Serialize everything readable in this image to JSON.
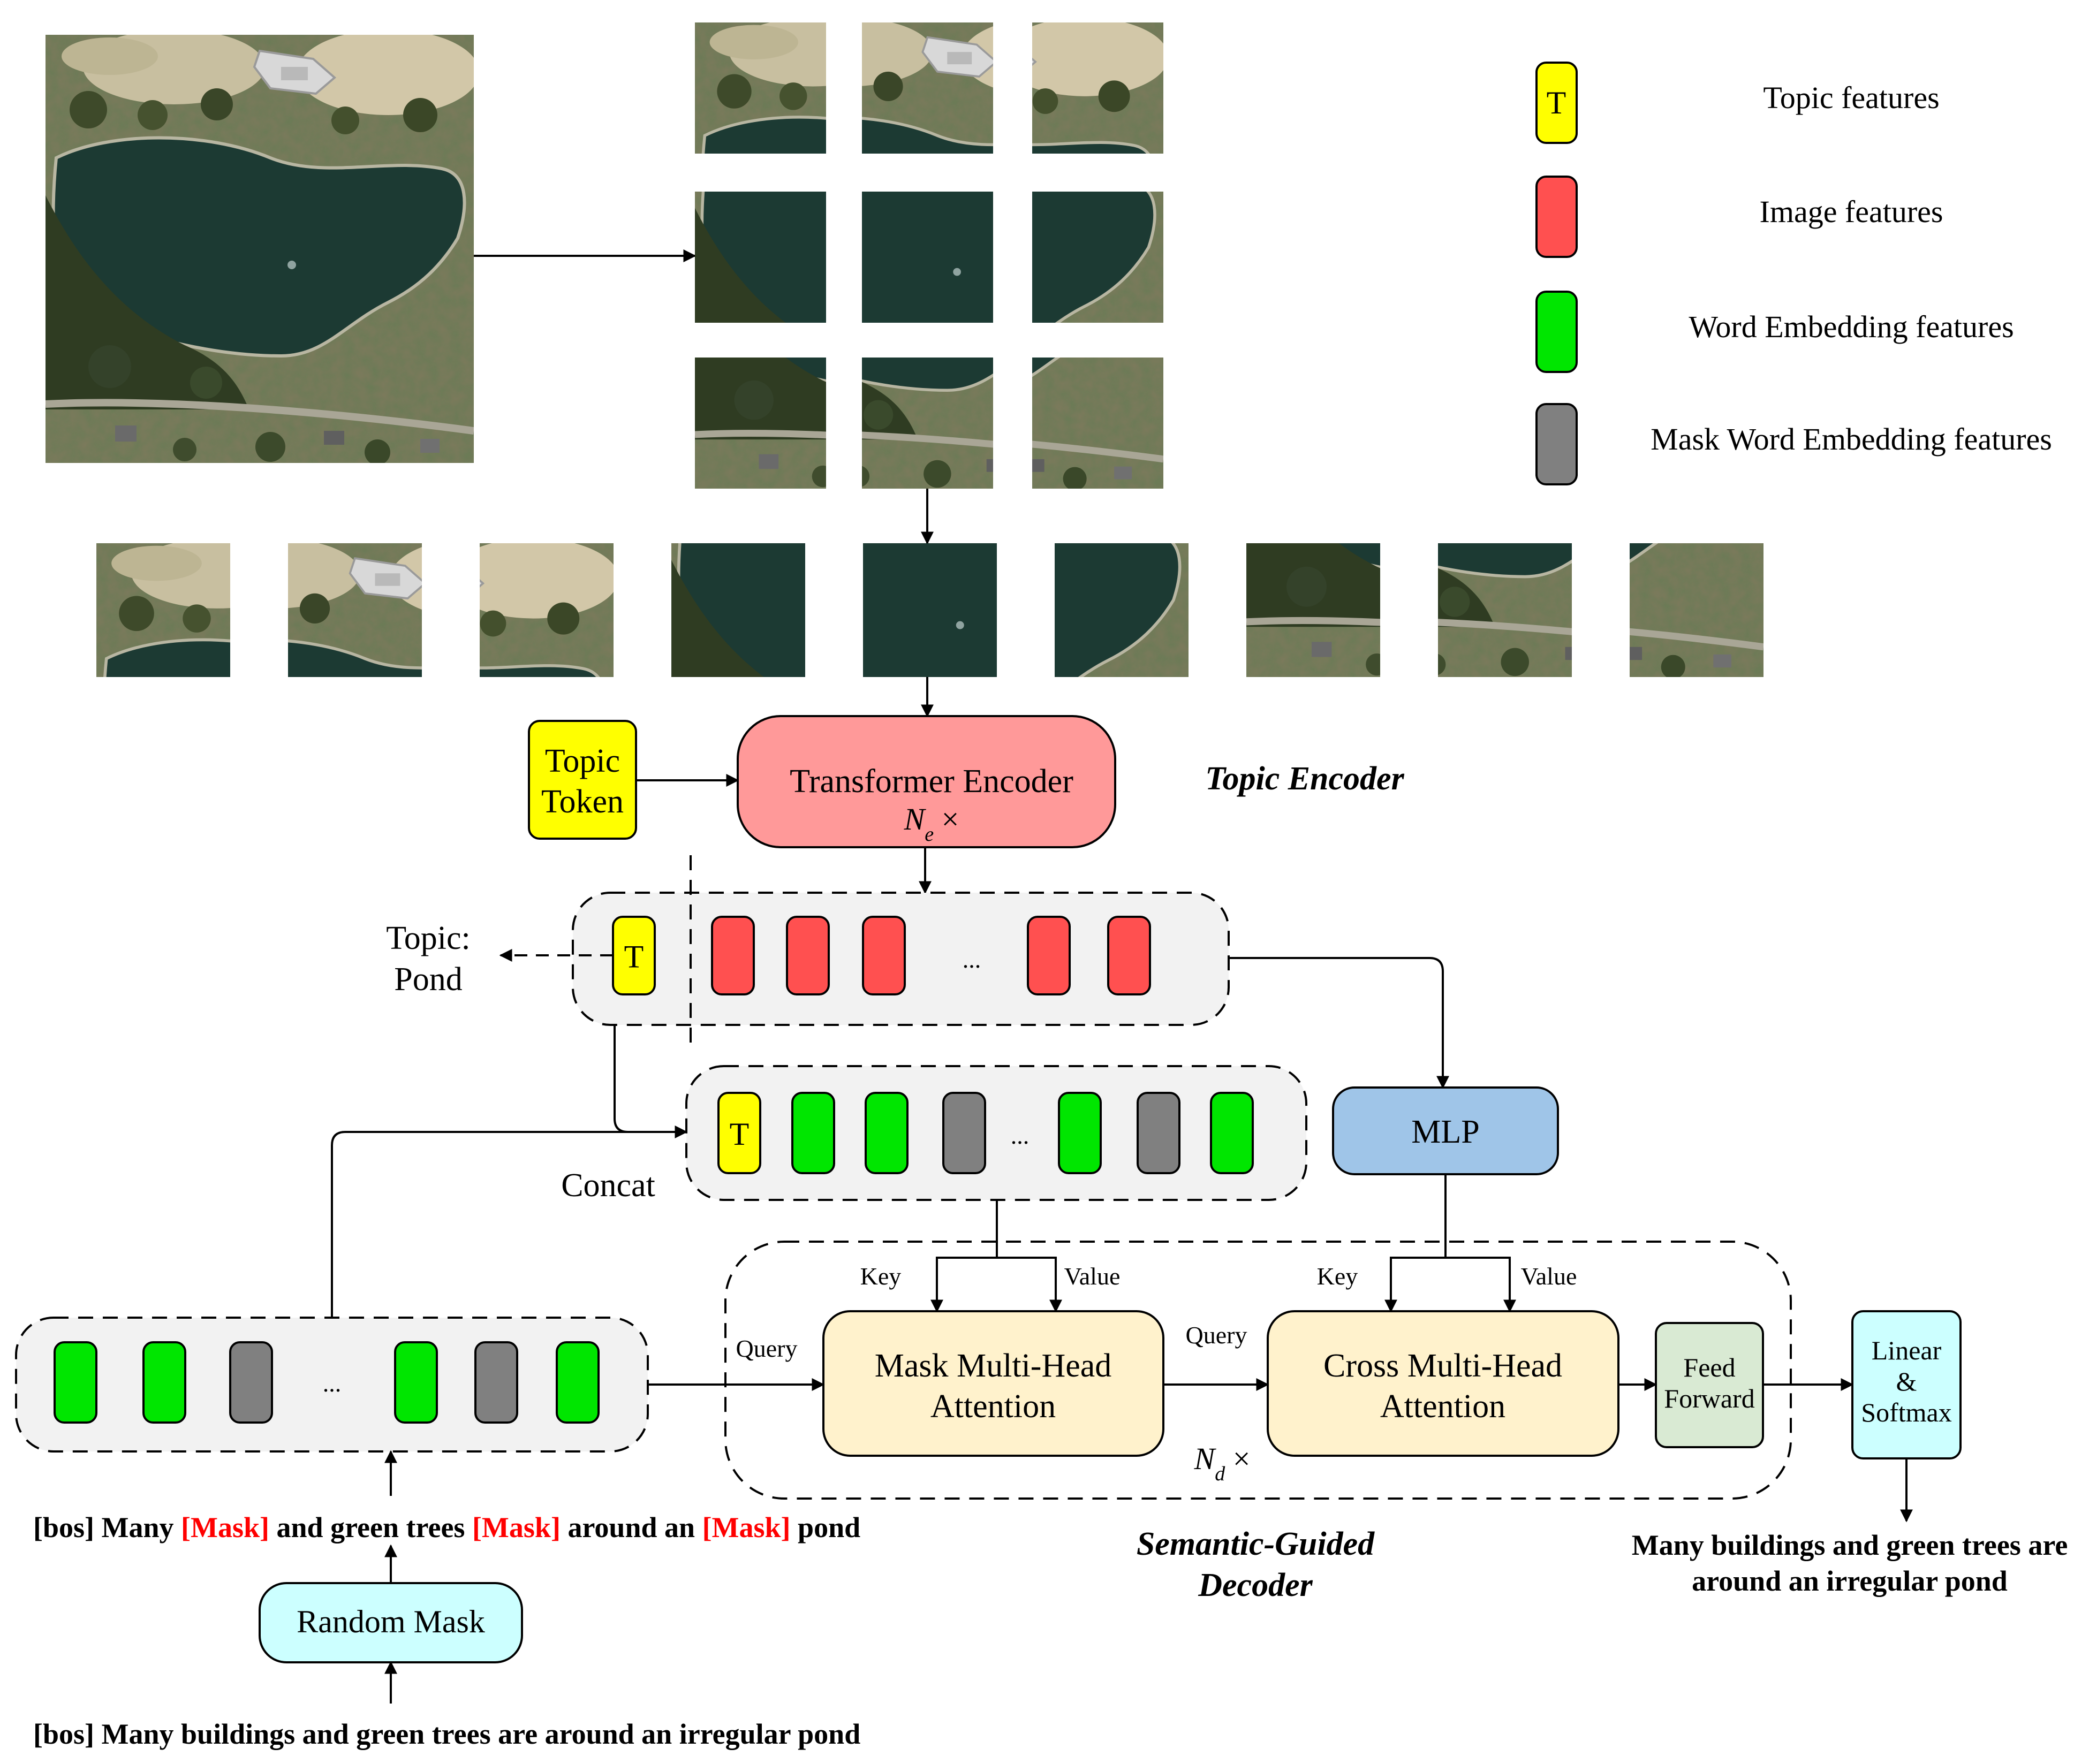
{
  "legend": {
    "token_letter": "T",
    "items": [
      {
        "label": "Topic features",
        "color": "#ffff00"
      },
      {
        "label": "Image features",
        "color": "#ff5050"
      },
      {
        "label": "Word Embedding features",
        "color": "#00e600"
      },
      {
        "label": "Mask Word Embedding features",
        "color": "#808080"
      }
    ]
  },
  "colors": {
    "topic": "#ffff00",
    "image": "#ff5050",
    "word": "#00e600",
    "mask_word": "#808080",
    "encoder": "#ff9999",
    "mlp": "#9fc5e8",
    "attention": "#fff2cc",
    "feed_forward": "#d9ead3",
    "cyan": "#ccffff",
    "mask_text": "#ff0000",
    "group_bg": "#f2f2f2"
  },
  "topic_token": {
    "line1": "Topic",
    "line2": "Token"
  },
  "encoder": {
    "title": "Transformer Encoder",
    "repeat_symbol": "N",
    "repeat_sub": "e",
    "repeat_suffix": " ×"
  },
  "topic_encoder_label": "Topic Encoder",
  "topic_output": {
    "line1": "Topic:",
    "line2": "Pond"
  },
  "ellipsis": "...",
  "token_letter": "T",
  "concat_label": "Concat",
  "mlp_label": "MLP",
  "decoder": {
    "mask_attention": {
      "line1": "Mask Multi-Head",
      "line2": "Attention"
    },
    "cross_attention": {
      "line1": "Cross Multi-Head",
      "line2": "Attention"
    },
    "feed_forward": {
      "line1": "Feed",
      "line2": "Forward"
    },
    "key_label": "Key",
    "value_label": "Value",
    "query_label": "Query",
    "repeat_symbol": "N",
    "repeat_sub": "d",
    "repeat_suffix": " ×",
    "label_line1": "Semantic-Guided",
    "label_line2": "Decoder"
  },
  "linear_softmax": {
    "line1": "Linear",
    "line2": "&",
    "line3": "Softmax"
  },
  "output_caption": {
    "line1": "Many buildings and green trees are",
    "line2": "around an irregular pond"
  },
  "random_mask_label": "Random Mask",
  "masked_caption": [
    {
      "text": "[bos] Many ",
      "mask": false
    },
    {
      "text": "[Mask]",
      "mask": true
    },
    {
      "text": " and green trees ",
      "mask": false
    },
    {
      "text": "[Mask]",
      "mask": true
    },
    {
      "text": " around an ",
      "mask": false
    },
    {
      "text": "[Mask]",
      "mask": true
    },
    {
      "text": " pond",
      "mask": false
    }
  ],
  "input_caption": "[bos] Many buildings and green trees are around an irregular pond"
}
